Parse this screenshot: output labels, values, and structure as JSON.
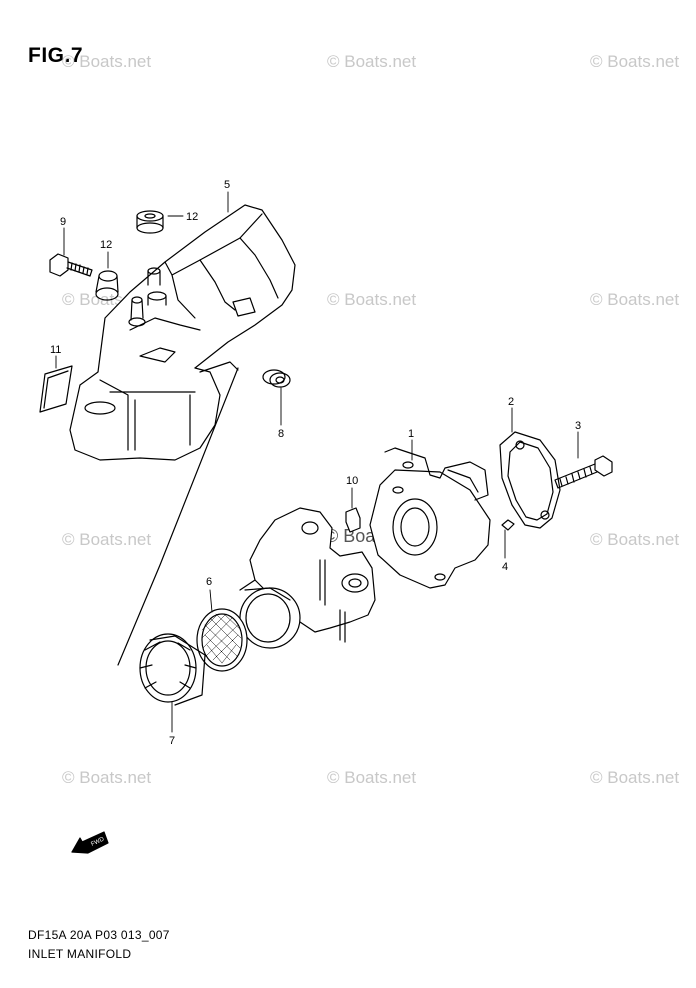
{
  "figure": {
    "title": "FIG.7"
  },
  "footer": {
    "code": "DF15A 20A P03 013_007",
    "name": "INLET MANIFOLD"
  },
  "watermark": {
    "text": "© Boats.net"
  },
  "callouts": [
    "1",
    "2",
    "3",
    "4",
    "5",
    "6",
    "7",
    "8",
    "9",
    "10",
    "11",
    "12",
    "12"
  ],
  "fwd": {
    "label": "FWD"
  }
}
